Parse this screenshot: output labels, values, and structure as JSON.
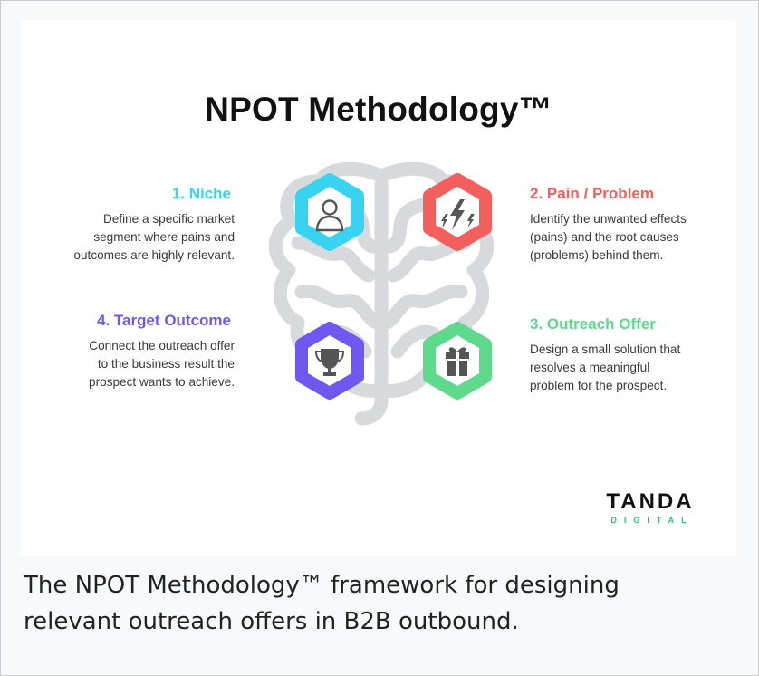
{
  "title": "NPOT Methodology™",
  "steps": [
    {
      "heading": "1. Niche",
      "color": "#38d3f0",
      "icon": "person-icon",
      "description": [
        "Define a specific market",
        "segment where pains and",
        "outcomes are highly relevant."
      ]
    },
    {
      "heading": "2. Pain / Problem",
      "color": "#f25f5c",
      "icon": "lightning-icon",
      "description": [
        "Identify the unwanted effects",
        "(pains) and the root causes",
        "(problems) behind them."
      ]
    },
    {
      "heading": "3. Outreach Offer",
      "color": "#5fd98c",
      "icon": "gift-icon",
      "description": [
        "Design a small solution that",
        "resolves a meaningful",
        "problem for the prospect."
      ]
    },
    {
      "heading": "4. Target Outcome",
      "color": "#7057f0",
      "icon": "trophy-icon",
      "description": [
        "Connect the outreach offer",
        "to the business result the",
        "prospect wants to achieve."
      ]
    }
  ],
  "background_icon": "brain-icon",
  "logo": {
    "main": "TANDA",
    "sub": "DIGITAL"
  },
  "caption": [
    "The NPOT Methodology™ framework for designing",
    "relevant outreach offers in B2B outbound."
  ]
}
